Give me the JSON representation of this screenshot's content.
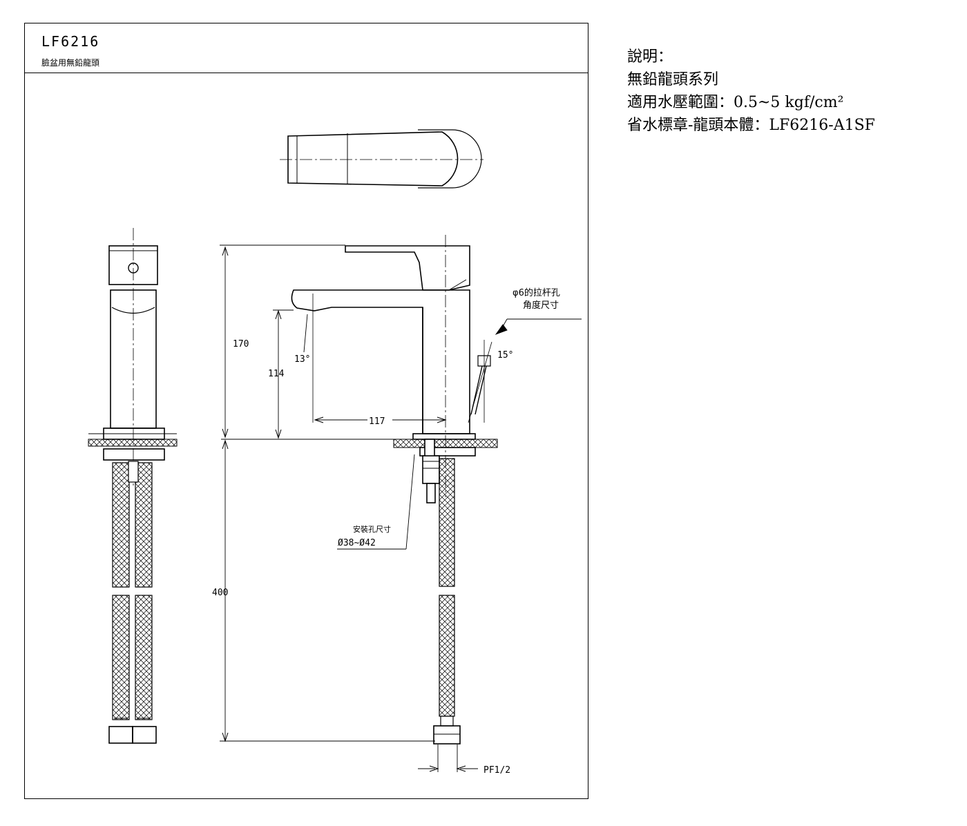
{
  "sheet": {
    "model": "LF6216",
    "subtitle": "臉盆用無鉛龍頭"
  },
  "notes": {
    "heading": "說明：",
    "line1": "無鉛龍頭系列",
    "line2": "適用水壓範圍：0.5~5 kgf/cm²",
    "line3": "省水標章-龍頭本體：LF6216-A1SF"
  },
  "dimensions": {
    "height_total": "170",
    "spout_height": "114",
    "spout_reach": "117",
    "hose_length": "400",
    "spout_angle": "13°",
    "lever_angle": "15°",
    "rod_hole_line1": "φ6的拉杆孔",
    "rod_hole_line2": "角度尺寸",
    "mount_hole_line1": "安裝孔尺寸",
    "mount_hole_line2": "Ø38~Ø42",
    "thread": "PF1/2"
  }
}
